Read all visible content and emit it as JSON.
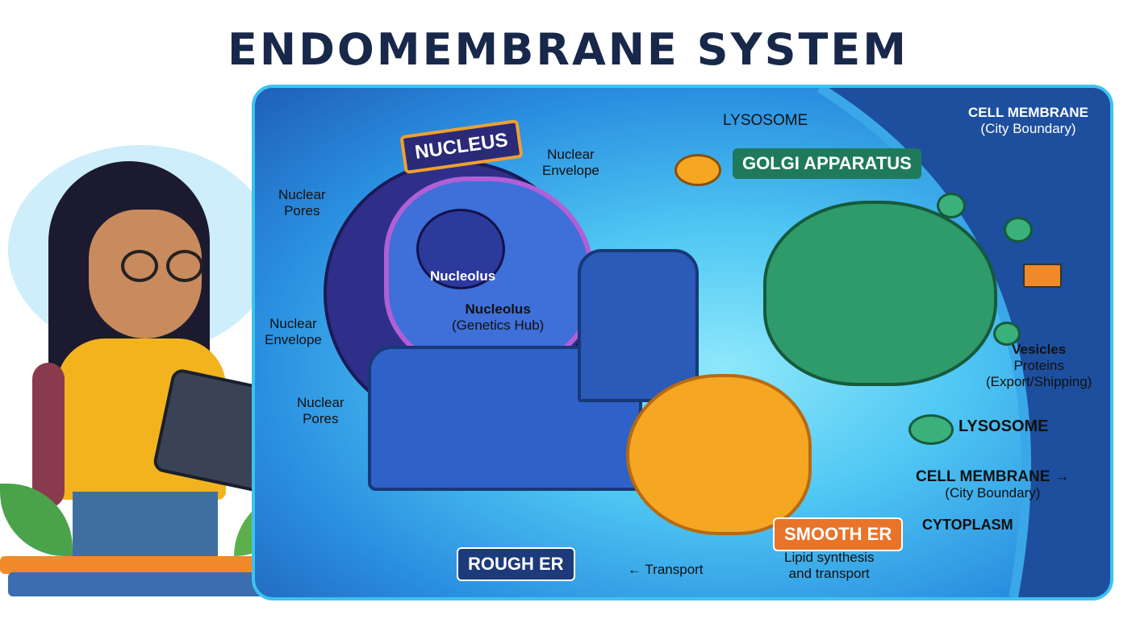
{
  "title": "ENDOMEMBRANE SYSTEM",
  "nucleus": {
    "sign": "NUCLEUS",
    "nucleolus_inner": "Nucleolus",
    "nucleolus_label": {
      "line1": "Nucleolus",
      "line2": "(Genetics Hub)"
    },
    "envelope_top": {
      "line1": "Nuclear",
      "line2": "Envelope"
    },
    "envelope_left": {
      "line1": "Nuclear",
      "line2": "Envelope"
    },
    "pores_top": {
      "line1": "Nuclear",
      "line2": "Pores"
    },
    "pores_bottom": {
      "line1": "Nuclear",
      "line2": "Pores"
    }
  },
  "lysosome_top": "LYSOSOME",
  "golgi": "GOLGI APPARATUS",
  "cell_membrane_top": {
    "line1": "CELL MEMBRANE",
    "line2": "(City Boundary)"
  },
  "vesicles": {
    "line1": "Vesicles",
    "line2": "Proteins",
    "line3": "(Export/Shipping)"
  },
  "lysosome_right": "LYSOSOME",
  "cell_membrane_bottom": {
    "line1": "CELL MEMBRANE →",
    "line2": "(City Boundary)"
  },
  "cytoplasm": "CYTOPLASM",
  "smooth_er": {
    "badge": "SMOOTH ER",
    "line1": "Lipid synthesis",
    "line2": "and transport"
  },
  "rough_er": "ROUGH ER",
  "transport": "← Transport",
  "colors": {
    "title": "#17284a",
    "golgi_badge": "#1f7a5c",
    "smooth_er_badge": "#e8742a",
    "rough_er_badge": "#1d3a7a"
  }
}
